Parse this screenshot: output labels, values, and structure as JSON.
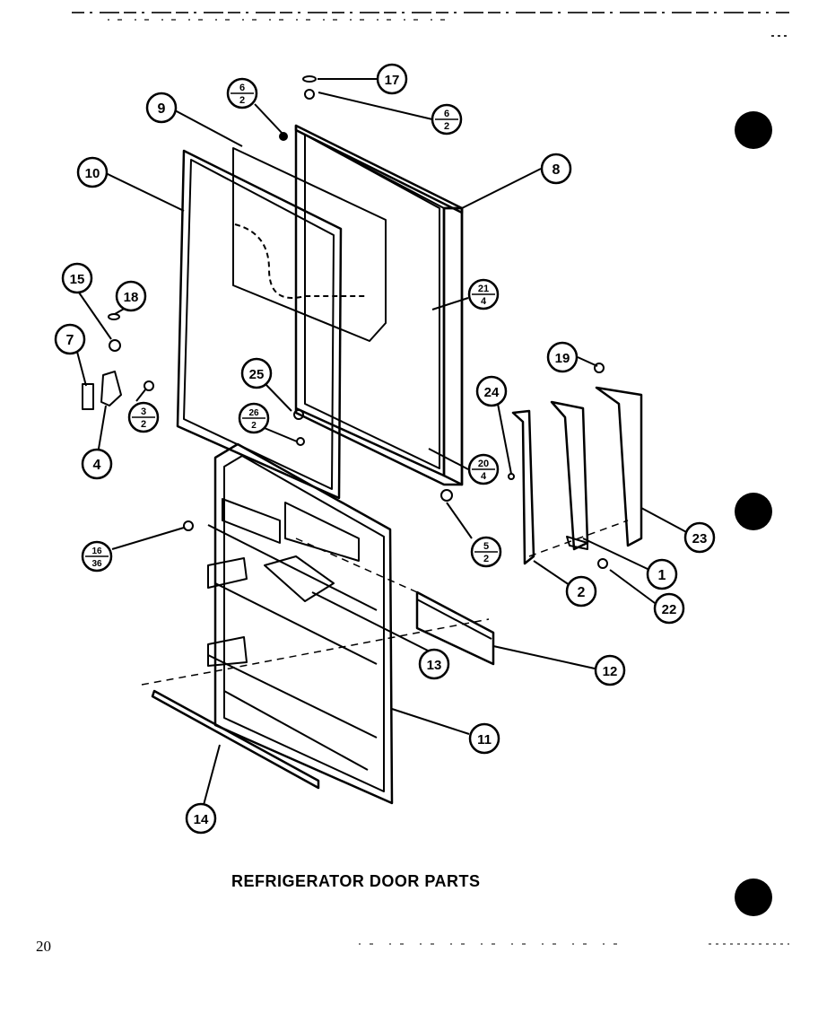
{
  "title": "REFRIGERATOR DOOR PARTS",
  "page_number": "20",
  "callouts": [
    {
      "id": "c1",
      "label": "1"
    },
    {
      "id": "c2",
      "label": "2"
    },
    {
      "id": "c4",
      "label": "4"
    },
    {
      "id": "c7",
      "label": "7"
    },
    {
      "id": "c8",
      "label": "8"
    },
    {
      "id": "c9",
      "label": "9"
    },
    {
      "id": "c10",
      "label": "10"
    },
    {
      "id": "c11",
      "label": "11"
    },
    {
      "id": "c12",
      "label": "12"
    },
    {
      "id": "c13",
      "label": "13"
    },
    {
      "id": "c14",
      "label": "14"
    },
    {
      "id": "c15",
      "label": "15"
    },
    {
      "id": "c17",
      "label": "17"
    },
    {
      "id": "c18",
      "label": "18"
    },
    {
      "id": "c19",
      "label": "19"
    },
    {
      "id": "c22",
      "label": "22"
    },
    {
      "id": "c23",
      "label": "23"
    },
    {
      "id": "c24",
      "label": "24"
    },
    {
      "id": "c25",
      "label": "25"
    }
  ],
  "fraction_callouts": [
    {
      "id": "f6a",
      "num": "6",
      "den": "2"
    },
    {
      "id": "f6b",
      "num": "6",
      "den": "2"
    },
    {
      "id": "f21",
      "num": "21",
      "den": "4"
    },
    {
      "id": "f3",
      "num": "3",
      "den": "2"
    },
    {
      "id": "f26",
      "num": "26",
      "den": "2"
    },
    {
      "id": "f20",
      "num": "20",
      "den": "4"
    },
    {
      "id": "f16",
      "num": "16",
      "den": "36"
    },
    {
      "id": "f5",
      "num": "5",
      "den": "2"
    }
  ]
}
